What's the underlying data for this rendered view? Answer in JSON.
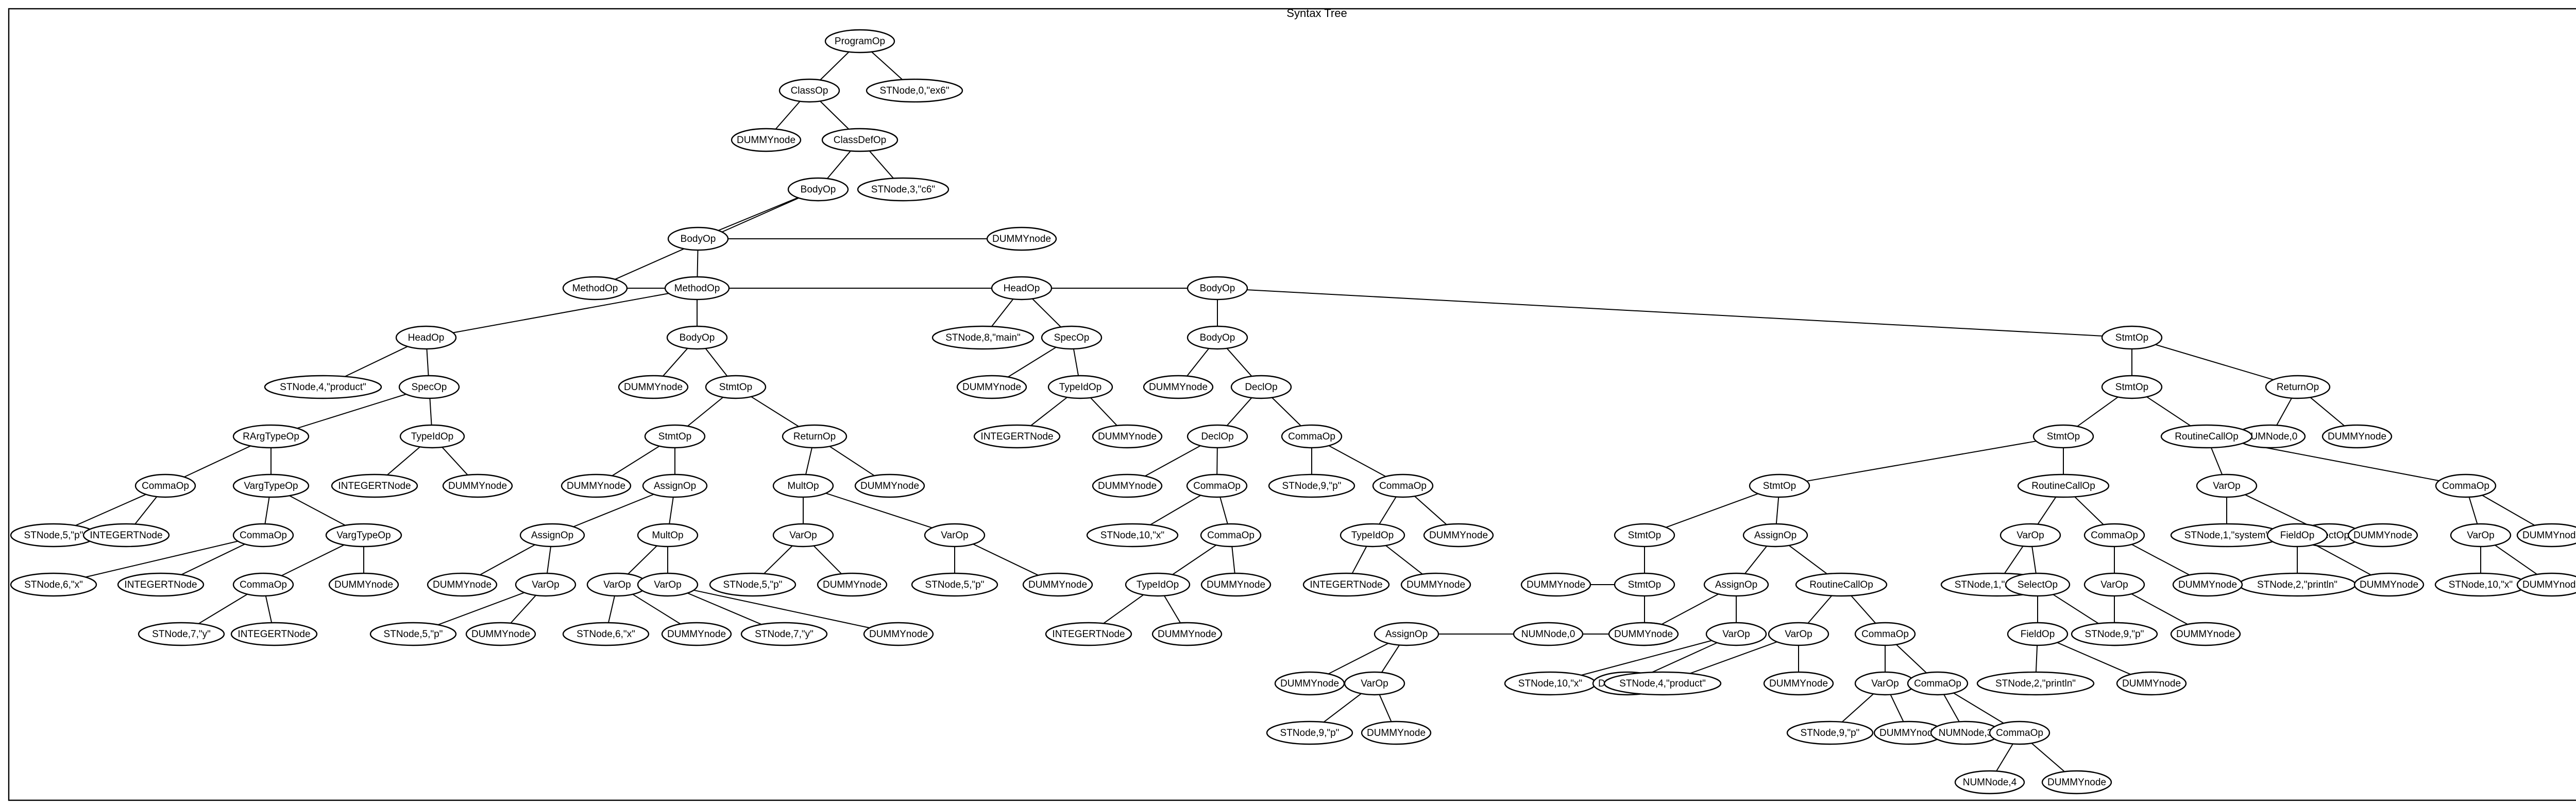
{
  "title": "Syntax Tree",
  "nodes": [
    {
      "id": 0,
      "label": "ProgramOp"
    },
    {
      "id": 1,
      "label": "ClassOp"
    },
    {
      "id": 2,
      "label": "STNode,0,\"ex6\""
    },
    {
      "id": 3,
      "label": "DUMMYnode"
    },
    {
      "id": 4,
      "label": "ClassDefOp"
    },
    {
      "id": 5,
      "label": "BodyOp"
    },
    {
      "id": 6,
      "label": "STNode,3,\"c6\""
    },
    {
      "id": 7,
      "label": "BodyOp"
    },
    {
      "id": 8,
      "label": "MethodOp"
    },
    {
      "id": 9,
      "label": "DUMMYnode"
    },
    {
      "id": 10,
      "label": "MethodOp"
    },
    {
      "id": 11,
      "label": "HeadOp"
    },
    {
      "id": 12,
      "label": "BodyOp"
    },
    {
      "id": 13,
      "label": "STNode,4,\"product\""
    },
    {
      "id": 14,
      "label": "SpecOp"
    },
    {
      "id": 15,
      "label": "RArgTypeOp"
    },
    {
      "id": 16,
      "label": "TypeIdOp"
    },
    {
      "id": 17,
      "label": "CommaOp"
    },
    {
      "id": 18,
      "label": "VargTypeOp"
    },
    {
      "id": 19,
      "label": "STNode,5,\"p\""
    },
    {
      "id": 20,
      "label": "INTEGERTNode"
    },
    {
      "id": 21,
      "label": "CommaOp"
    },
    {
      "id": 22,
      "label": "VargTypeOp"
    },
    {
      "id": 23,
      "label": "STNode,6,\"x\""
    },
    {
      "id": 24,
      "label": "INTEGERTNode"
    },
    {
      "id": 25,
      "label": "CommaOp"
    },
    {
      "id": 26,
      "label": "DUMMYnode"
    },
    {
      "id": 27,
      "label": "STNode,7,\"y\""
    },
    {
      "id": 28,
      "label": "INTEGERTNode"
    },
    {
      "id": 29,
      "label": "INTEGERTNode"
    },
    {
      "id": 30,
      "label": "DUMMYnode"
    },
    {
      "id": 31,
      "label": "DUMMYnode"
    },
    {
      "id": 32,
      "label": "StmtOp"
    },
    {
      "id": 33,
      "label": "StmtOp"
    },
    {
      "id": 34,
      "label": "ReturnOp"
    },
    {
      "id": 35,
      "label": "DUMMYnode"
    },
    {
      "id": 36,
      "label": "AssignOp"
    },
    {
      "id": 37,
      "label": "AssignOp"
    },
    {
      "id": 38,
      "label": "MultOp"
    },
    {
      "id": 39,
      "label": "DUMMYnode"
    },
    {
      "id": 40,
      "label": "VarOp"
    },
    {
      "id": 41,
      "label": "STNode,5,\"p\""
    },
    {
      "id": 42,
      "label": "DUMMYnode"
    },
    {
      "id": 43,
      "label": "VarOp"
    },
    {
      "id": 44,
      "label": "VarOp"
    },
    {
      "id": 45,
      "label": "STNode,6,\"x\""
    },
    {
      "id": 46,
      "label": "DUMMYnode"
    },
    {
      "id": 47,
      "label": "STNode,7,\"y\""
    },
    {
      "id": 48,
      "label": "DUMMYnode"
    },
    {
      "id": 49,
      "label": "MultOp"
    },
    {
      "id": 50,
      "label": "DUMMYnode"
    },
    {
      "id": 51,
      "label": "VarOp"
    },
    {
      "id": 52,
      "label": "VarOp"
    },
    {
      "id": 53,
      "label": "STNode,5,\"p\""
    },
    {
      "id": 54,
      "label": "DUMMYnode"
    },
    {
      "id": 55,
      "label": "STNode,5,\"p\""
    },
    {
      "id": 56,
      "label": "DUMMYnode"
    },
    {
      "id": 57,
      "label": "HeadOp"
    },
    {
      "id": 58,
      "label": "BodyOp"
    },
    {
      "id": 59,
      "label": "STNode,8,\"main\""
    },
    {
      "id": 60,
      "label": "SpecOp"
    },
    {
      "id": 61,
      "label": "DUMMYnode"
    },
    {
      "id": 62,
      "label": "TypeIdOp"
    },
    {
      "id": 63,
      "label": "INTEGERTNode"
    },
    {
      "id": 64,
      "label": "DUMMYnode"
    },
    {
      "id": 65,
      "label": "BodyOp"
    },
    {
      "id": 66,
      "label": "StmtOp"
    },
    {
      "id": 67,
      "label": "DUMMYnode"
    },
    {
      "id": 68,
      "label": "DeclOp"
    },
    {
      "id": 69,
      "label": "DeclOp"
    },
    {
      "id": 70,
      "label": "CommaOp"
    },
    {
      "id": 71,
      "label": "DUMMYnode"
    },
    {
      "id": 72,
      "label": "CommaOp"
    },
    {
      "id": 73,
      "label": "STNode,10,\"x\""
    },
    {
      "id": 74,
      "label": "CommaOp"
    },
    {
      "id": 75,
      "label": "TypeIdOp"
    },
    {
      "id": 76,
      "label": "DUMMYnode"
    },
    {
      "id": 77,
      "label": "INTEGERTNode"
    },
    {
      "id": 78,
      "label": "DUMMYnode"
    },
    {
      "id": 79,
      "label": "STNode,9,\"p\""
    },
    {
      "id": 80,
      "label": "CommaOp"
    },
    {
      "id": 81,
      "label": "TypeIdOp"
    },
    {
      "id": 82,
      "label": "DUMMYnode"
    },
    {
      "id": 83,
      "label": "INTEGERTNode"
    },
    {
      "id": 84,
      "label": "DUMMYnode"
    },
    {
      "id": 85,
      "label": "StmtOp"
    },
    {
      "id": 86,
      "label": "ReturnOp"
    },
    {
      "id": 87,
      "label": "NUMNode,0"
    },
    {
      "id": 88,
      "label": "DUMMYnode"
    },
    {
      "id": 89,
      "label": "StmtOp"
    },
    {
      "id": 90,
      "label": "RoutineCallOp"
    },
    {
      "id": 91,
      "label": "VarOp"
    },
    {
      "id": 92,
      "label": "CommaOp"
    },
    {
      "id": 93,
      "label": "STNode,1,\"system\""
    },
    {
      "id": 94,
      "label": "SelectOp"
    },
    {
      "id": 95,
      "label": "FieldOp"
    },
    {
      "id": 96,
      "label": "DUMMYnode"
    },
    {
      "id": 97,
      "label": "STNode,2,\"println\""
    },
    {
      "id": 98,
      "label": "DUMMYnode"
    },
    {
      "id": 99,
      "label": "VarOp"
    },
    {
      "id": 100,
      "label": "DUMMYnode"
    },
    {
      "id": 101,
      "label": "STNode,10,\"x\""
    },
    {
      "id": 102,
      "label": "DUMMYnode"
    },
    {
      "id": 103,
      "label": "StmtOp"
    },
    {
      "id": 104,
      "label": "RoutineCallOp"
    },
    {
      "id": 105,
      "label": "VarOp"
    },
    {
      "id": 106,
      "label": "CommaOp"
    },
    {
      "id": 107,
      "label": "STNode,1,\"system\""
    },
    {
      "id": 108,
      "label": "SelectOp"
    },
    {
      "id": 109,
      "label": "FieldOp"
    },
    {
      "id": 110,
      "label": "DUMMYnode"
    },
    {
      "id": 111,
      "label": "STNode,2,\"println\""
    },
    {
      "id": 112,
      "label": "DUMMYnode"
    },
    {
      "id": 113,
      "label": "VarOp"
    },
    {
      "id": 114,
      "label": "DUMMYnode"
    },
    {
      "id": 115,
      "label": "STNode,9,\"p\""
    },
    {
      "id": 116,
      "label": "DUMMYnode"
    },
    {
      "id": 117,
      "label": "StmtOp"
    },
    {
      "id": 118,
      "label": "AssignOp"
    },
    {
      "id": 119,
      "label": "StmtOp"
    },
    {
      "id": 120,
      "label": "AssignOp"
    },
    {
      "id": 121,
      "label": "DUMMYnode"
    },
    {
      "id": 122,
      "label": "AssignOp"
    },
    {
      "id": 123,
      "label": "NUMNode,0"
    },
    {
      "id": 124,
      "label": "DUMMYnode"
    },
    {
      "id": 125,
      "label": "VarOp"
    },
    {
      "id": 126,
      "label": "STNode,9,\"p\""
    },
    {
      "id": 127,
      "label": "DUMMYnode"
    },
    {
      "id": 128,
      "label": "AssignOp"
    },
    {
      "id": 129,
      "label": "RoutineCallOp"
    },
    {
      "id": 130,
      "label": "DUMMYnode"
    },
    {
      "id": 131,
      "label": "VarOp"
    },
    {
      "id": 132,
      "label": "STNode,10,\"x\""
    },
    {
      "id": 133,
      "label": "DUMMYnode"
    },
    {
      "id": 134,
      "label": "VarOp"
    },
    {
      "id": 135,
      "label": "CommaOp"
    },
    {
      "id": 136,
      "label": "STNode,4,\"product\""
    },
    {
      "id": 137,
      "label": "DUMMYnode"
    },
    {
      "id": 138,
      "label": "VarOp"
    },
    {
      "id": 139,
      "label": "CommaOp"
    },
    {
      "id": 140,
      "label": "STNode,9,\"p\""
    },
    {
      "id": 141,
      "label": "DUMMYnode"
    },
    {
      "id": 142,
      "label": "NUMNode,3"
    },
    {
      "id": 143,
      "label": "CommaOp"
    },
    {
      "id": 144,
      "label": "NUMNode,4"
    },
    {
      "id": 145,
      "label": "DUMMYnode"
    }
  ],
  "edges": [
    [
      0,
      1
    ],
    [
      0,
      2
    ],
    [
      1,
      3
    ],
    [
      1,
      4
    ],
    [
      4,
      5
    ],
    [
      4,
      6
    ],
    [
      5,
      7
    ],
    [
      5,
      10
    ],
    [
      7,
      9
    ],
    [
      7,
      8
    ],
    [
      8,
      11
    ],
    [
      8,
      12
    ],
    [
      11,
      13
    ],
    [
      11,
      14
    ],
    [
      14,
      15
    ],
    [
      14,
      16
    ],
    [
      15,
      17
    ],
    [
      15,
      18
    ],
    [
      17,
      19
    ],
    [
      17,
      20
    ],
    [
      18,
      21
    ],
    [
      18,
      22
    ],
    [
      21,
      23
    ],
    [
      21,
      24
    ],
    [
      22,
      25
    ],
    [
      22,
      26
    ],
    [
      25,
      27
    ],
    [
      25,
      28
    ],
    [
      16,
      29
    ],
    [
      16,
      30
    ],
    [
      12,
      31
    ],
    [
      12,
      32
    ],
    [
      32,
      33
    ],
    [
      32,
      34
    ],
    [
      33,
      35
    ],
    [
      33,
      36
    ],
    [
      36,
      37
    ],
    [
      36,
      38
    ],
    [
      37,
      39
    ],
    [
      37,
      40
    ],
    [
      40,
      41
    ],
    [
      40,
      42
    ],
    [
      38,
      43
    ],
    [
      38,
      44
    ],
    [
      43,
      45
    ],
    [
      43,
      46
    ],
    [
      44,
      47
    ],
    [
      44,
      48
    ],
    [
      34,
      49
    ],
    [
      34,
      50
    ],
    [
      49,
      51
    ],
    [
      49,
      52
    ],
    [
      51,
      53
    ],
    [
      51,
      54
    ],
    [
      52,
      55
    ],
    [
      52,
      56
    ],
    [
      10,
      57
    ],
    [
      10,
      58
    ],
    [
      57,
      59
    ],
    [
      57,
      60
    ],
    [
      60,
      61
    ],
    [
      60,
      62
    ],
    [
      62,
      63
    ],
    [
      62,
      64
    ],
    [
      58,
      65
    ],
    [
      58,
      66
    ],
    [
      65,
      67
    ],
    [
      65,
      68
    ],
    [
      68,
      69
    ],
    [
      68,
      70
    ],
    [
      69,
      71
    ],
    [
      69,
      72
    ],
    [
      72,
      73
    ],
    [
      72,
      74
    ],
    [
      74,
      75
    ],
    [
      74,
      76
    ],
    [
      75,
      77
    ],
    [
      75,
      78
    ],
    [
      70,
      79
    ],
    [
      70,
      80
    ],
    [
      80,
      81
    ],
    [
      80,
      82
    ],
    [
      81,
      83
    ],
    [
      81,
      84
    ],
    [
      66,
      85
    ],
    [
      66,
      86
    ],
    [
      86,
      87
    ],
    [
      86,
      88
    ],
    [
      85,
      89
    ],
    [
      85,
      90
    ],
    [
      90,
      91
    ],
    [
      90,
      92
    ],
    [
      91,
      93
    ],
    [
      91,
      94
    ],
    [
      94,
      95
    ],
    [
      94,
      96
    ],
    [
      95,
      97
    ],
    [
      95,
      98
    ],
    [
      92,
      99
    ],
    [
      92,
      100
    ],
    [
      99,
      101
    ],
    [
      99,
      102
    ],
    [
      89,
      103
    ],
    [
      89,
      104
    ],
    [
      104,
      105
    ],
    [
      104,
      106
    ],
    [
      105,
      107
    ],
    [
      105,
      108
    ],
    [
      108,
      109
    ],
    [
      108,
      110
    ],
    [
      109,
      111
    ],
    [
      109,
      112
    ],
    [
      106,
      113
    ],
    [
      106,
      114
    ],
    [
      113,
      115
    ],
    [
      113,
      116
    ],
    [
      103,
      117
    ],
    [
      103,
      118
    ],
    [
      117,
      119
    ],
    [
      117,
      120
    ],
    [
      119,
      121
    ],
    [
      120,
      122
    ],
    [
      120,
      123
    ],
    [
      122,
      124
    ],
    [
      122,
      125
    ],
    [
      125,
      126
    ],
    [
      125,
      127
    ],
    [
      118,
      128
    ],
    [
      118,
      129
    ],
    [
      128,
      130
    ],
    [
      128,
      131
    ],
    [
      131,
      132
    ],
    [
      131,
      133
    ],
    [
      129,
      134
    ],
    [
      129,
      135
    ],
    [
      134,
      136
    ],
    [
      134,
      137
    ],
    [
      135,
      138
    ],
    [
      135,
      139
    ],
    [
      138,
      140
    ],
    [
      138,
      141
    ],
    [
      139,
      142
    ],
    [
      139,
      143
    ],
    [
      143,
      144
    ],
    [
      143,
      145
    ]
  ]
}
